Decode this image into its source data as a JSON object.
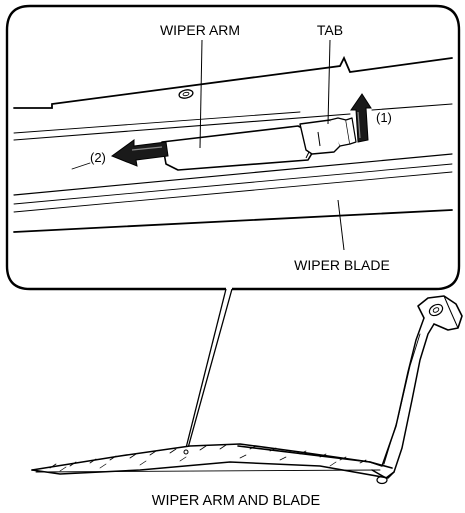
{
  "callout": {
    "label_wiper_arm": "WIPER ARM",
    "label_tab": "TAB",
    "label_wiper_blade": "WIPER BLADE",
    "step_1": "(1)",
    "step_2": "(2)"
  },
  "caption": "WIPER ARM AND BLADE"
}
